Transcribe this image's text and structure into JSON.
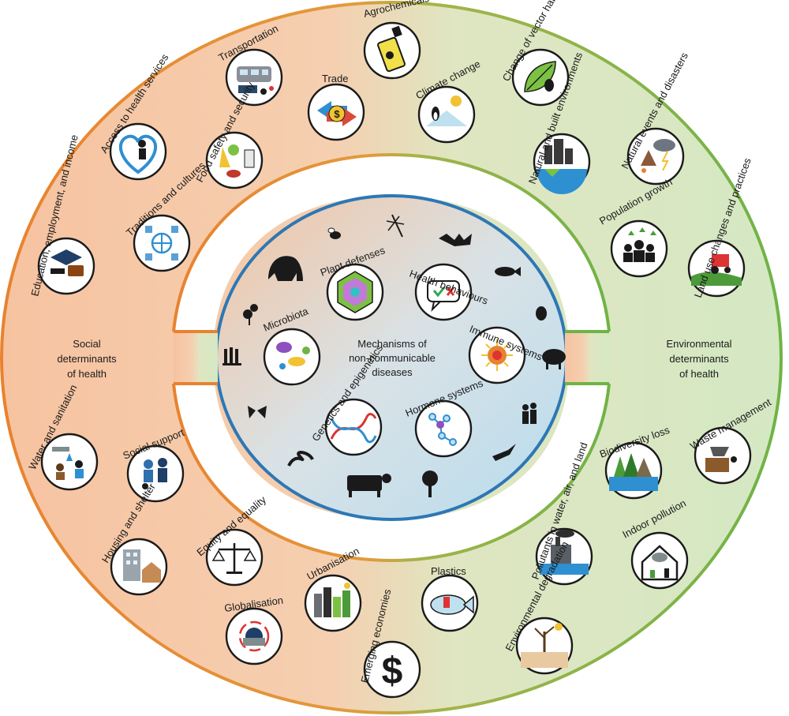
{
  "left_region_label": [
    "Social",
    "determinants",
    "of health"
  ],
  "right_region_label": [
    "Environmental",
    "determinants",
    "of health"
  ],
  "center_label": [
    "Mechanisms of",
    "non-communicable",
    "diseases"
  ],
  "colors": {
    "social": "#e8822f",
    "social_fill": "#f7c9a6",
    "environment": "#6fb346",
    "environment_fill": "#d6e9c4",
    "inner_ring": "#2d77b5",
    "inner_fill_blue": "#bfe0ee",
    "inner_fill_orange": "#f4c7a4"
  },
  "social_nodes": [
    {
      "label": "Transportation",
      "icon": "transport-icon"
    },
    {
      "label": "Trade",
      "icon": "trade-dollar-icon"
    },
    {
      "label": "Access to health services",
      "icon": "health-heart-icon"
    },
    {
      "label": "Food safety and security",
      "icon": "food-icon"
    },
    {
      "label": "Traditions and cultures",
      "icon": "globe-people-icon"
    },
    {
      "label": "Education, employment, and income",
      "icon": "graduation-cap-icon"
    },
    {
      "label": "Water and sanitation",
      "icon": "water-tap-icon"
    },
    {
      "label": "Social support",
      "icon": "people-support-icon"
    },
    {
      "label": "Housing and shelter",
      "icon": "building-icon"
    },
    {
      "label": "Equity and equality",
      "icon": "scales-icon"
    },
    {
      "label": "Globalisation",
      "icon": "globe-arrows-icon"
    },
    {
      "label": "Urbanisation",
      "icon": "city-icon"
    },
    {
      "label": "Emerging economies",
      "icon": "dollar-sign-icon"
    }
  ],
  "environment_nodes": [
    {
      "label": "Agrochemicals",
      "icon": "spray-can-icon"
    },
    {
      "label": "Climate change",
      "icon": "penguin-ice-icon"
    },
    {
      "label": "Change of vector habitats",
      "icon": "leaf-beetle-icon"
    },
    {
      "label": "Natural and built environments",
      "icon": "city-globe-icon"
    },
    {
      "label": "Natural events and disasters",
      "icon": "storm-icon"
    },
    {
      "label": "Population growth",
      "icon": "population-icon"
    },
    {
      "label": "Land use changes and practices",
      "icon": "tractor-icon"
    },
    {
      "label": "Waste management",
      "icon": "dump-truck-icon"
    },
    {
      "label": "Biodiversity loss",
      "icon": "forest-icon"
    },
    {
      "label": "Indoor pollution",
      "icon": "house-cloud-icon"
    },
    {
      "label": "Pollutants in water, air, and land",
      "icon": "factory-icon"
    },
    {
      "label": "Plastics",
      "icon": "fish-plastic-icon"
    },
    {
      "label": "Environmental degradation",
      "icon": "dead-tree-icon"
    }
  ],
  "mechanism_nodes": [
    {
      "label": "Plant defenses",
      "icon": "hexagon-cell-icon"
    },
    {
      "label": "Health behaviours",
      "icon": "speech-check-icon"
    },
    {
      "label": "Microbiota",
      "icon": "microbe-icon"
    },
    {
      "label": "Immune systems",
      "icon": "virus-icon"
    },
    {
      "label": "Genetics and epigenetics",
      "icon": "dna-icon"
    },
    {
      "label": "Hormone systems",
      "icon": "molecule-icon"
    }
  ],
  "silhouettes": [
    "bee-icon",
    "mosquito-icon",
    "bat-icon",
    "gorilla-icon",
    "fish-icon",
    "beetle-icon",
    "flower-icon",
    "wheat-icon",
    "sheep-icon",
    "butterfly-icon",
    "people-icon",
    "snake-icon",
    "bird-icon",
    "cow-icon",
    "tree-icon"
  ]
}
